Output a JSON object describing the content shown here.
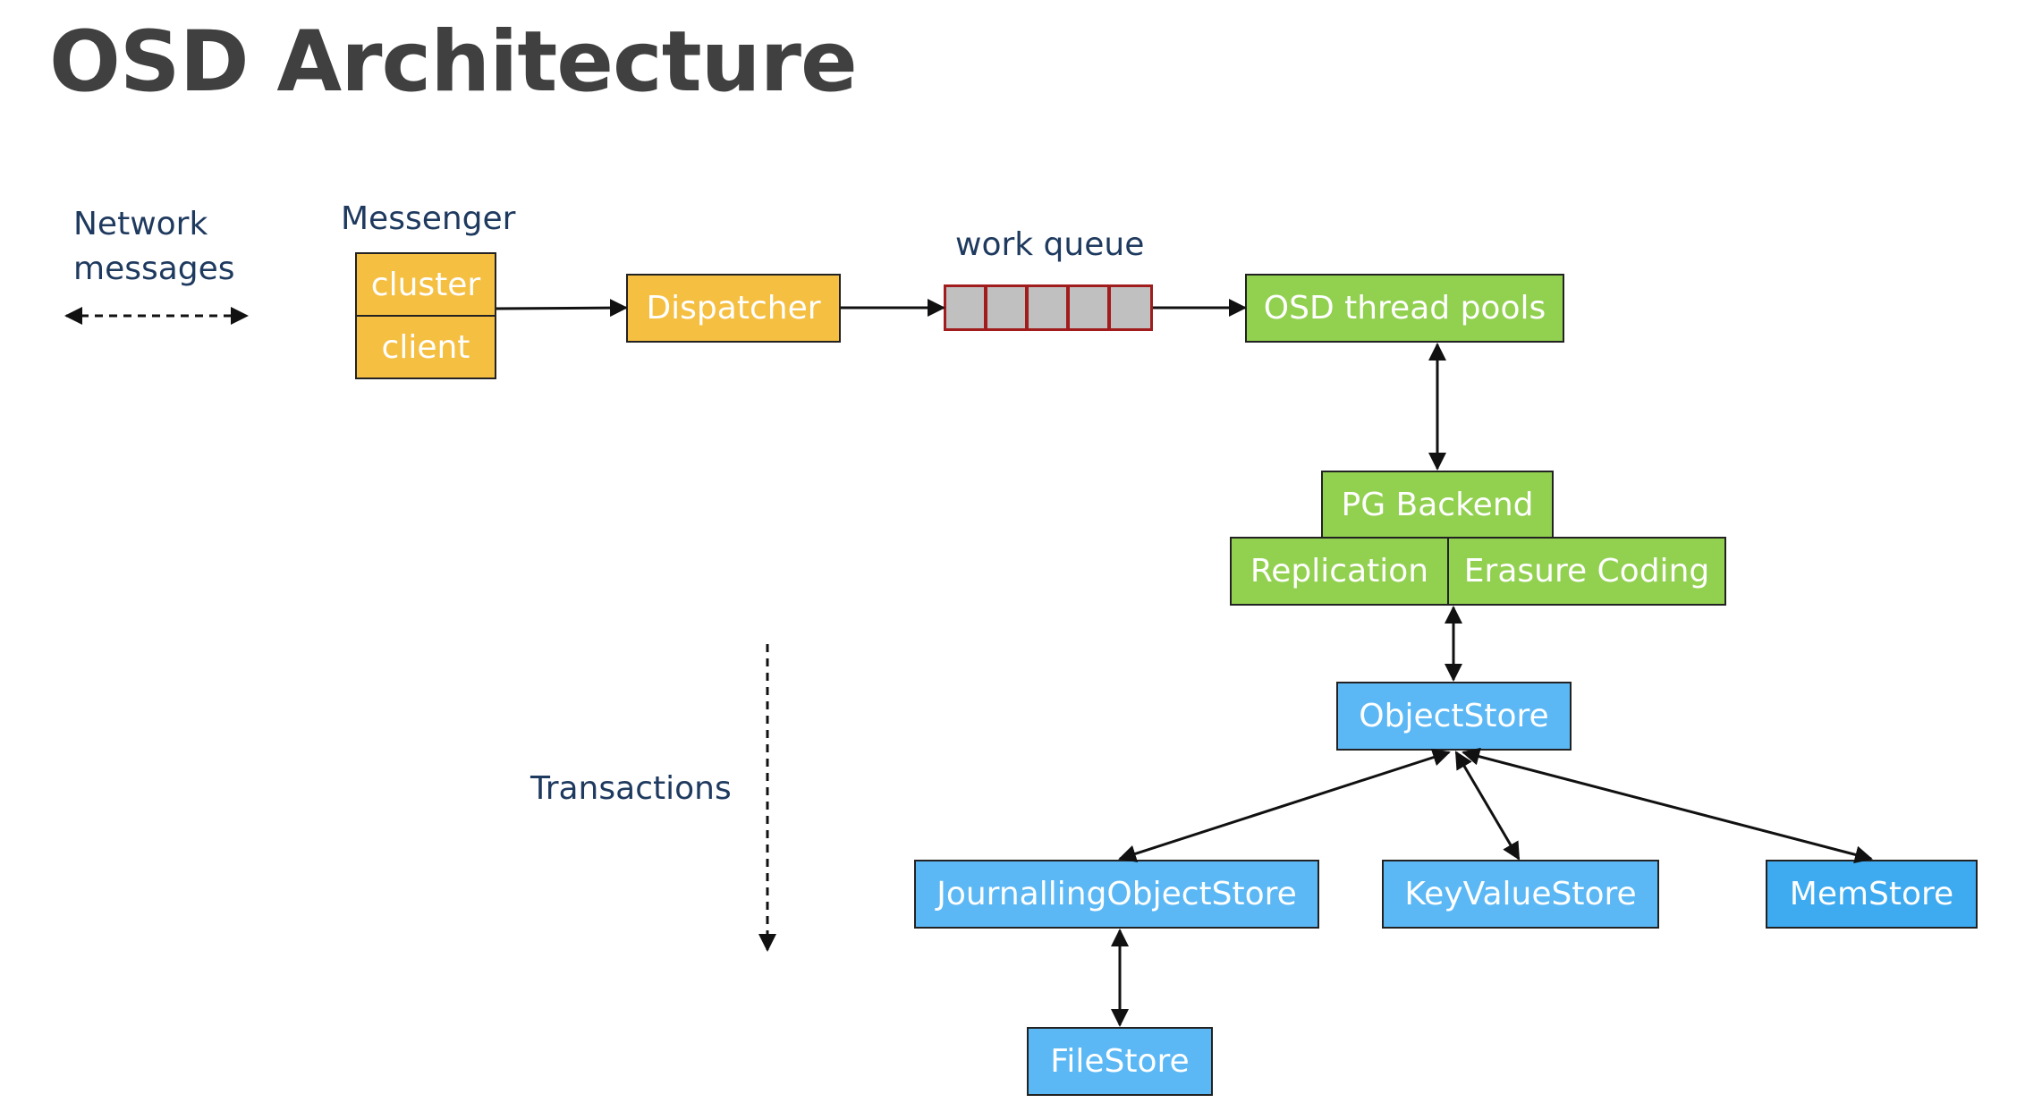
{
  "slide": {
    "title": "OSD Architecture"
  },
  "labels": {
    "network_line1": "Network",
    "network_line2": "messages",
    "messenger": "Messenger",
    "work_queue": "work queue",
    "transactions": "Transactions"
  },
  "nodes": {
    "cluster": "cluster",
    "client": "client",
    "dispatcher": "Dispatcher",
    "osd_thread_pools": "OSD thread pools",
    "pg_backend": "PG Backend",
    "replication": "Replication",
    "erasure_coding": "Erasure Coding",
    "object_store": "ObjectStore",
    "journalling_object_store": "JournallingObjectStore",
    "key_value_store": "KeyValueStore",
    "mem_store": "MemStore",
    "file_store": "FileStore"
  },
  "colors": {
    "messenger": "#f5bf42",
    "osd_layer": "#92d050",
    "store_layer": "#5bb8f5",
    "queue_slot": "#c0c0c0",
    "queue_border": "#a11d1d",
    "label_text": "#1f3a5f",
    "title_text": "#404040"
  }
}
